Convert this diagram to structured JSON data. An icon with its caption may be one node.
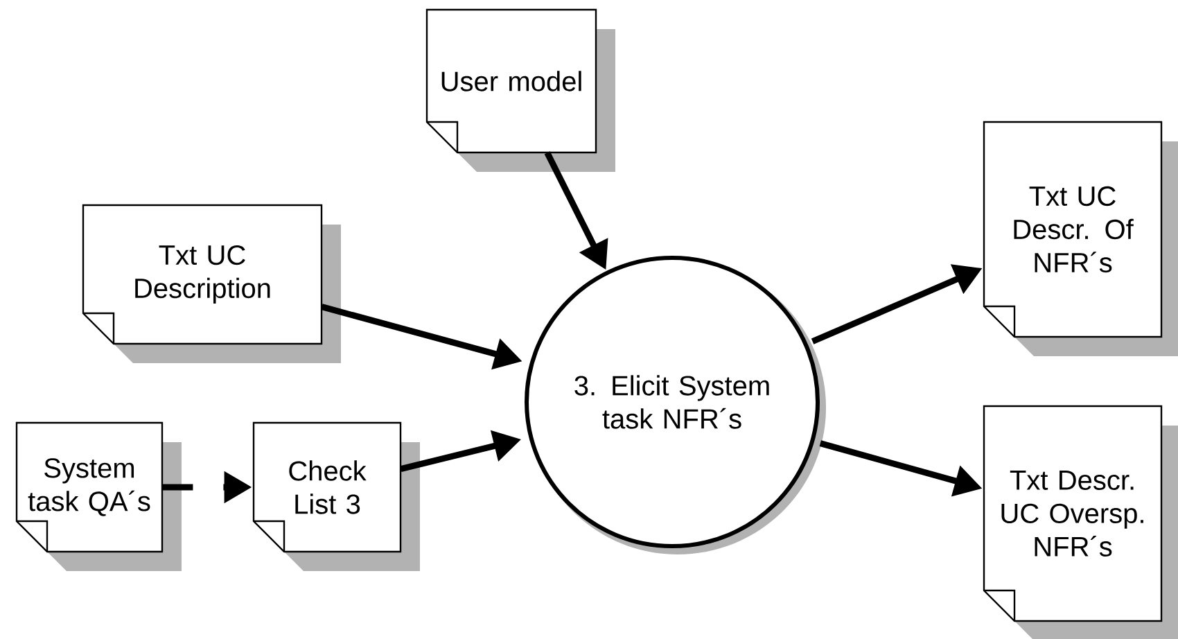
{
  "diagram": {
    "nodes": [
      {
        "text": [
          "User model"
        ]
      },
      {
        "text": [
          "Txt UC Description"
        ]
      },
      {
        "text": [
          "System task QA´s"
        ]
      },
      {
        "text": [
          "Check List 3"
        ]
      },
      {
        "text": [
          "3. Elicit System task NFR´s"
        ]
      },
      {
        "text": [
          "Txt UC Descr. Of NFR´s"
        ]
      },
      {
        "text": [
          "Txt Descr. UC Oversp. NFR´s"
        ]
      }
    ],
    "edges": [
      {
        "from": 0,
        "to": 4,
        "arrow": "to"
      },
      {
        "from": 1,
        "to": 4,
        "arrow": "to"
      },
      {
        "from": 2,
        "to": 3,
        "arrow": "to",
        "style": "dashed"
      },
      {
        "from": 3,
        "to": 4,
        "arrow": "to"
      },
      {
        "from": 4,
        "to": 5,
        "arrow": "to"
      },
      {
        "from": 4,
        "to": 6,
        "arrow": "to"
      }
    ]
  }
}
